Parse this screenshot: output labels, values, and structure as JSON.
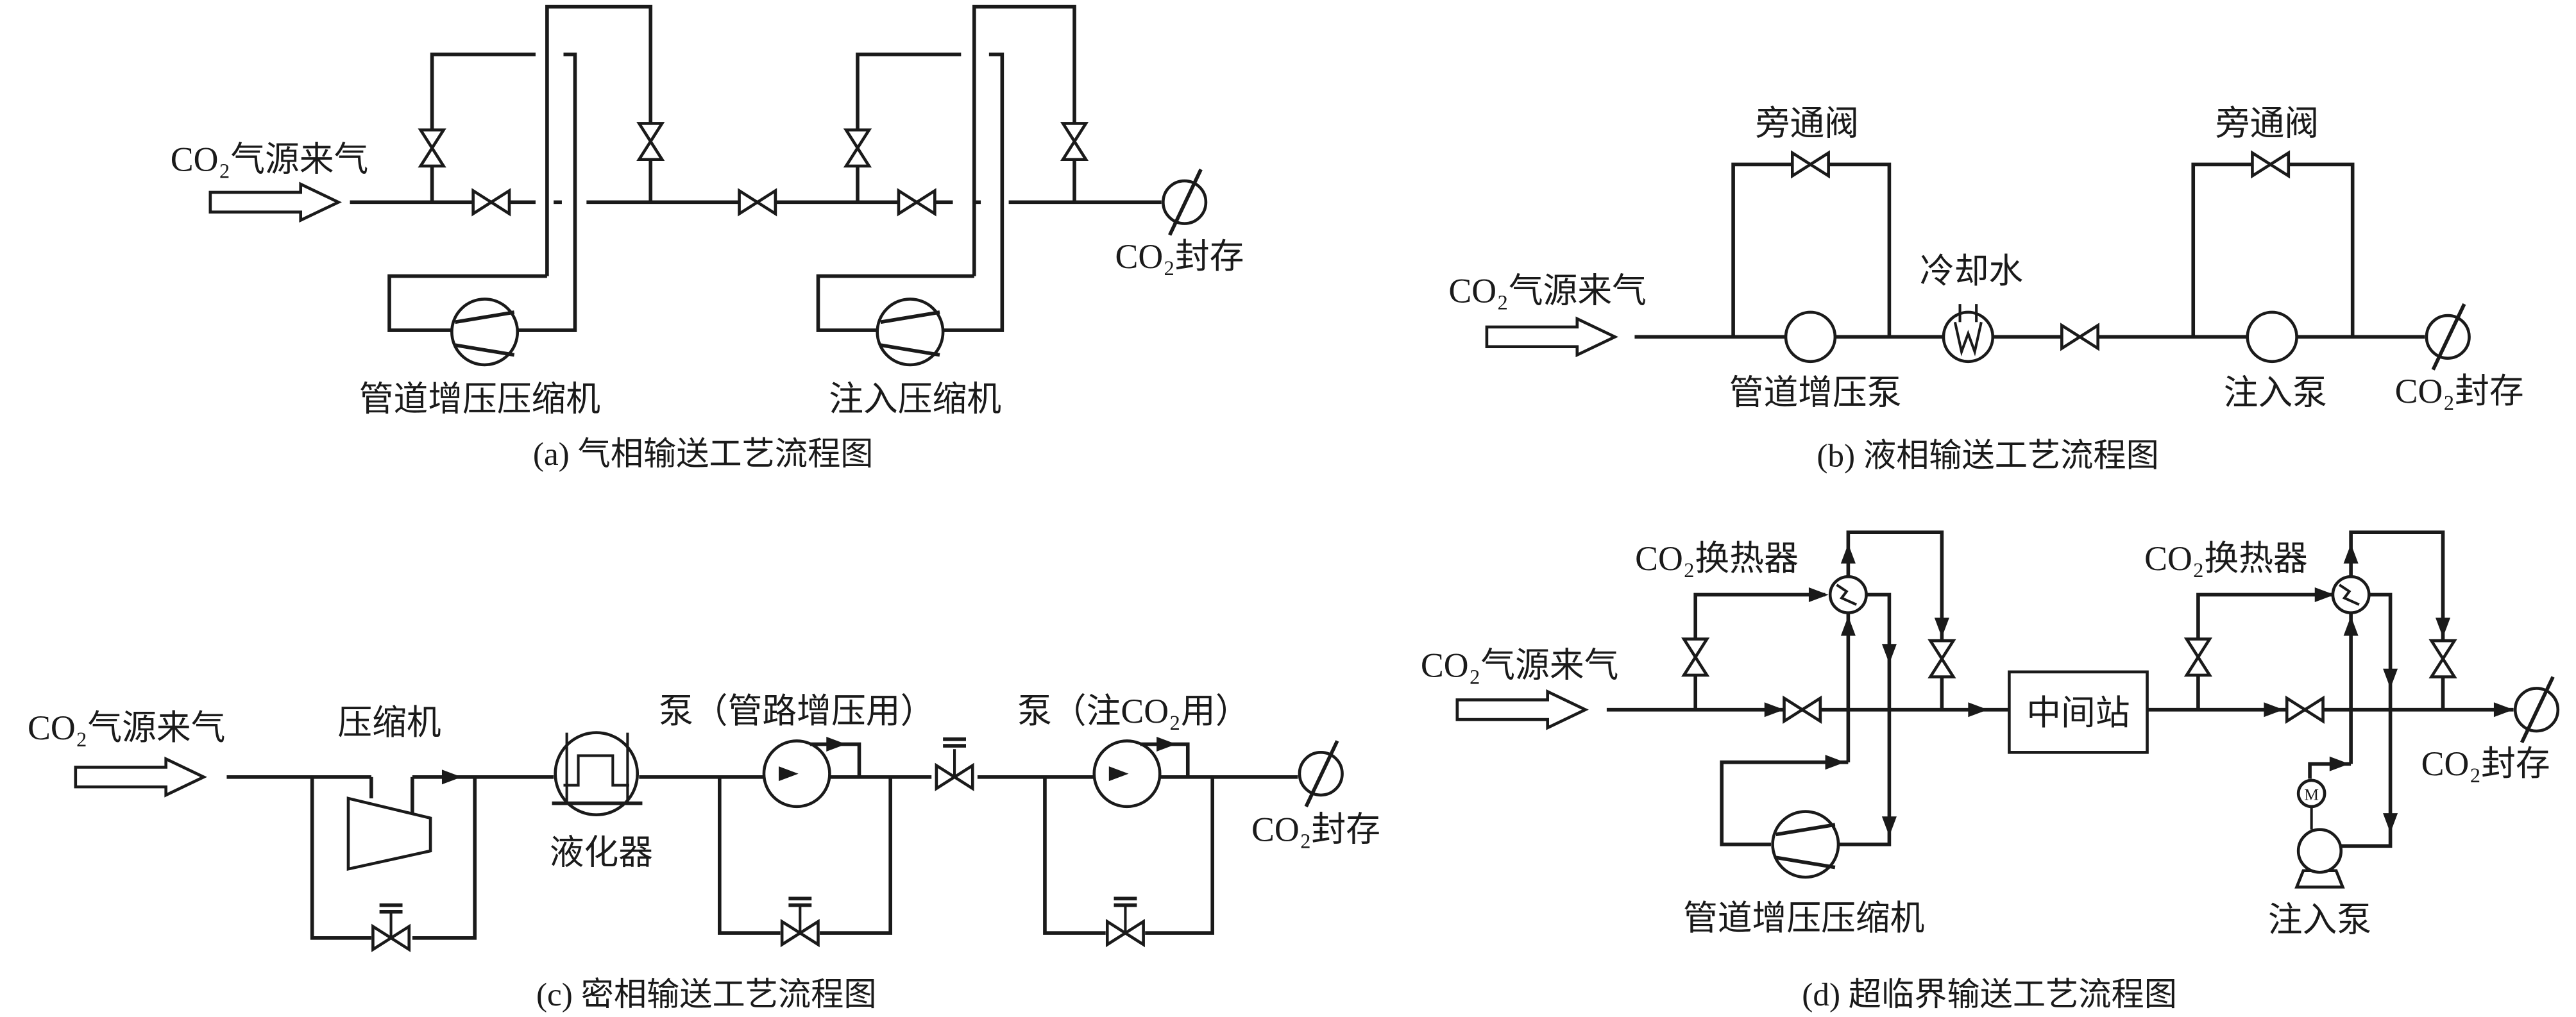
{
  "panel_a": {
    "source": "CO₂气源来气",
    "storage": "CO₂封存",
    "compressor1": "管道增压压缩机",
    "compressor2": "注入压缩机",
    "caption": "(a) 气相输送工艺流程图"
  },
  "panel_b": {
    "source": "CO₂气源来气",
    "bypass1": "旁通阀",
    "bypass2": "旁通阀",
    "cooling_water": "冷却水",
    "pump1": "管道增压泵",
    "pump2": "注入泵",
    "storage": "CO₂封存",
    "caption": "(b) 液相输送工艺流程图"
  },
  "panel_c": {
    "source": "CO₂气源来气",
    "compressor": "压缩机",
    "liquefier": "液化器",
    "pump1": "泵（管路增压用）",
    "pump2": "泵（注CO₂用）",
    "storage": "CO₂封存",
    "caption": "(c) 密相输送工艺流程图"
  },
  "panel_d": {
    "source": "CO₂气源来气",
    "hx1": "CO₂换热器",
    "hx2": "CO₂换热器",
    "station": "中间站",
    "compressor": "管道增压压缩机",
    "pump": "注入泵",
    "motor": "M",
    "storage": "CO₂封存",
    "caption": "(d) 超临界输送工艺流程图"
  }
}
